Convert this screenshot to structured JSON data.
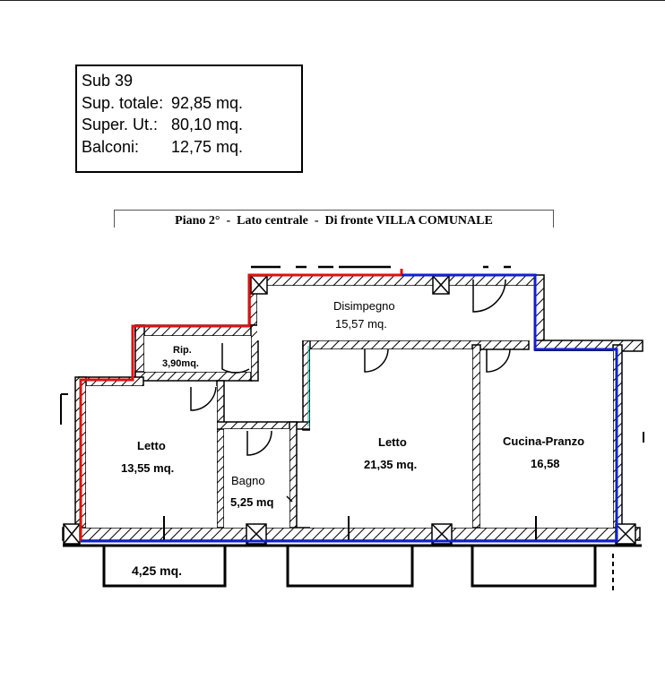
{
  "info": {
    "sub": "Sub 39",
    "rows": [
      {
        "key": "Sup. totale:",
        "value": "92,85 mq."
      },
      {
        "key": "Super. Ut.:",
        "value": "80,10 mq."
      },
      {
        "key": "Balconi:",
        "value": "12,75 mq."
      }
    ]
  },
  "caption": "Piano 2°  -  Lato centrale  -  Di fronte VILLA COMUNALE",
  "rooms": {
    "disimpegno": {
      "name": "Disimpegno",
      "area": "15,57  mq."
    },
    "ripostiglio": {
      "name": "Rip.",
      "area": "3,90mq."
    },
    "letto1": {
      "name": "Letto",
      "area": "13,55 mq."
    },
    "bagno": {
      "name": "Bagno",
      "area": "5,25 mq"
    },
    "letto2": {
      "name": "Letto",
      "area": "21,35 mq."
    },
    "cucina": {
      "name": "Cucina-Pranzo",
      "area": "16,58"
    }
  },
  "balcony": {
    "area": "4,25 mq."
  },
  "colors": {
    "wall": "#000000",
    "outline_red": "#e01010",
    "outline_blue": "#1020d0"
  }
}
